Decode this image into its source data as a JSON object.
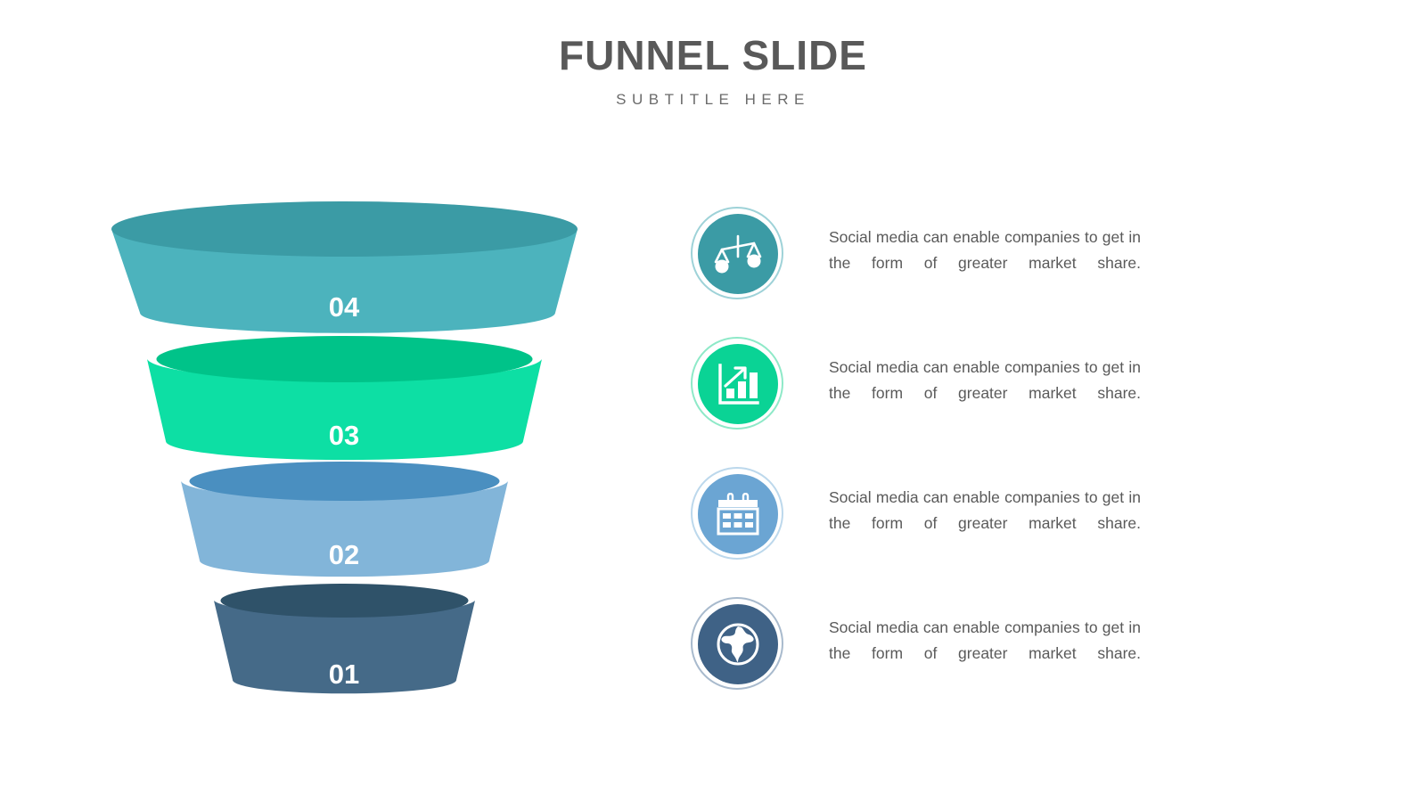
{
  "header": {
    "title": "FUNNEL SLIDE",
    "subtitle": "SUBTITLE HERE"
  },
  "funnel": {
    "segments": [
      {
        "number": "04",
        "color_top": "#3b9ba5",
        "color_body": "#4cb3bd"
      },
      {
        "number": "03",
        "color_top": "#00c389",
        "color_body": "#0ddfa4"
      },
      {
        "number": "02",
        "color_top": "#4a8fc0",
        "color_body": "#82b5d9"
      },
      {
        "number": "01",
        "color_top": "#2f5269",
        "color_body": "#456a88"
      }
    ]
  },
  "items": [
    {
      "icon": "balance-scales-icon",
      "color": "#3b9ba5",
      "text": "Social media can enable companies to get in the form of greater market share."
    },
    {
      "icon": "bar-chart-growth-icon",
      "color": "#0ad395",
      "text": "Social media can enable companies to get in the form of greater market share."
    },
    {
      "icon": "calendar-icon",
      "color": "#6ba5d3",
      "text": "Social media can enable companies to get in the form of greater market share."
    },
    {
      "icon": "globe-icon",
      "color": "#3f6286",
      "text": "Social media can enable companies to get in the form of greater market share."
    }
  ],
  "colors": {
    "background": "#ffffff",
    "title_text": "#595959",
    "subtitle_text": "#6b6b6b",
    "body_text": "#5a5a5a",
    "number_text": "#ffffff"
  }
}
